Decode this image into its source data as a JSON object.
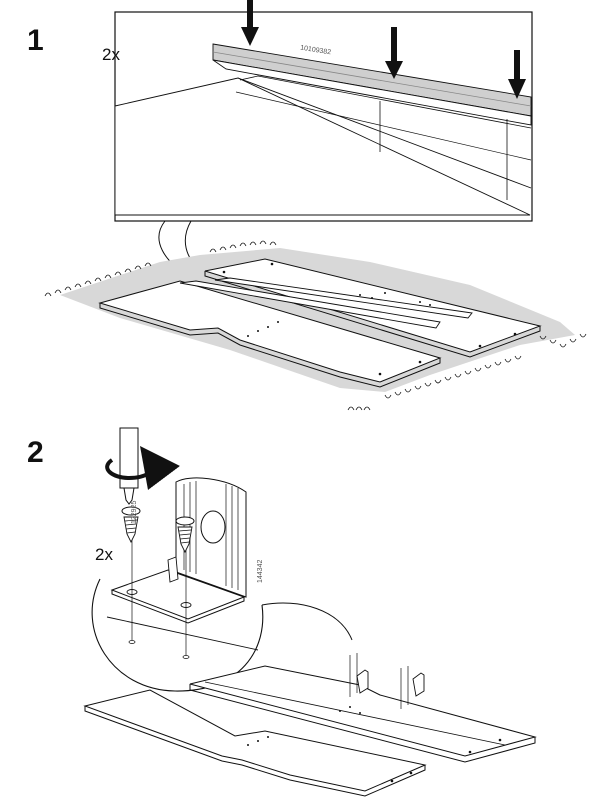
{
  "step1": {
    "number": "1",
    "quantity": "2x",
    "part_number": "10109382"
  },
  "step2": {
    "number": "2",
    "quantity": "2x",
    "screw_part_number": "122925",
    "bracket_part_number": "144342"
  },
  "colors": {
    "line": "#111111",
    "panel_fill": "#ffffff",
    "shadow_fill": "#d8d8d8",
    "rail_fill": "#cfcfcf"
  },
  "icons": [
    "down-arrow-icon",
    "screwdriver-icon",
    "rotate-arrow-icon",
    "screw-icon"
  ]
}
